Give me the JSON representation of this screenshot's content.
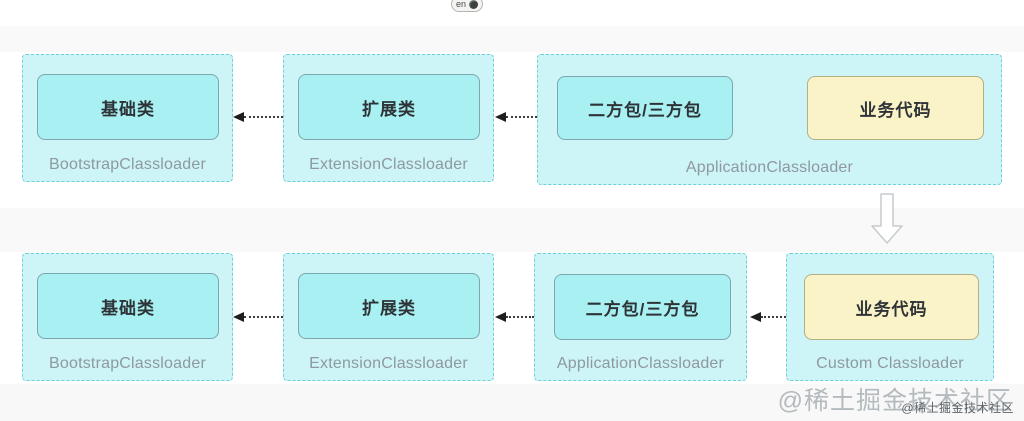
{
  "en_badge": {
    "label": "en",
    "icon": "dark-dot-icon"
  },
  "colors": {
    "container_fill": "#cdf4f6",
    "container_border": "#6fcfd6",
    "cyan_box_fill": "#a8f0f2",
    "cyan_box_border": "#7da7ac",
    "yellow_box_fill": "#fbf3c8",
    "yellow_box_border": "#b3ae84",
    "label_text": "#8e99a0",
    "box_text": "#2e3337",
    "arrow": "#1e1e1e",
    "watermark_large": "#b4bbbe",
    "watermark_small": "#5d6468"
  },
  "diagram": {
    "rows": [
      {
        "containers": [
          {
            "label": "BootstrapClassloader",
            "boxes": [
              {
                "text": "基础类",
                "type": "cyan"
              }
            ]
          },
          {
            "label": "ExtensionClassloader",
            "boxes": [
              {
                "text": "扩展类",
                "type": "cyan"
              }
            ]
          },
          {
            "label": "ApplicationClassloader",
            "boxes": [
              {
                "text": "二方包/三方包",
                "type": "cyan"
              },
              {
                "text": "业务代码",
                "type": "yellow"
              }
            ]
          }
        ]
      },
      {
        "containers": [
          {
            "label": "BootstrapClassloader",
            "boxes": [
              {
                "text": "基础类",
                "type": "cyan"
              }
            ]
          },
          {
            "label": "ExtensionClassloader",
            "boxes": [
              {
                "text": "扩展类",
                "type": "cyan"
              }
            ]
          },
          {
            "label": "ApplicationClassloader",
            "boxes": [
              {
                "text": "二方包/三方包",
                "type": "cyan"
              }
            ]
          },
          {
            "label": "Custom Classloader",
            "boxes": [
              {
                "text": "业务代码",
                "type": "yellow"
              }
            ]
          }
        ]
      }
    ],
    "arrow_direction": "left",
    "transition_arrow": "down"
  },
  "watermark": {
    "large_text": "@稀土掘金技术社区",
    "small_text": "@稀土掘金技术社区"
  }
}
